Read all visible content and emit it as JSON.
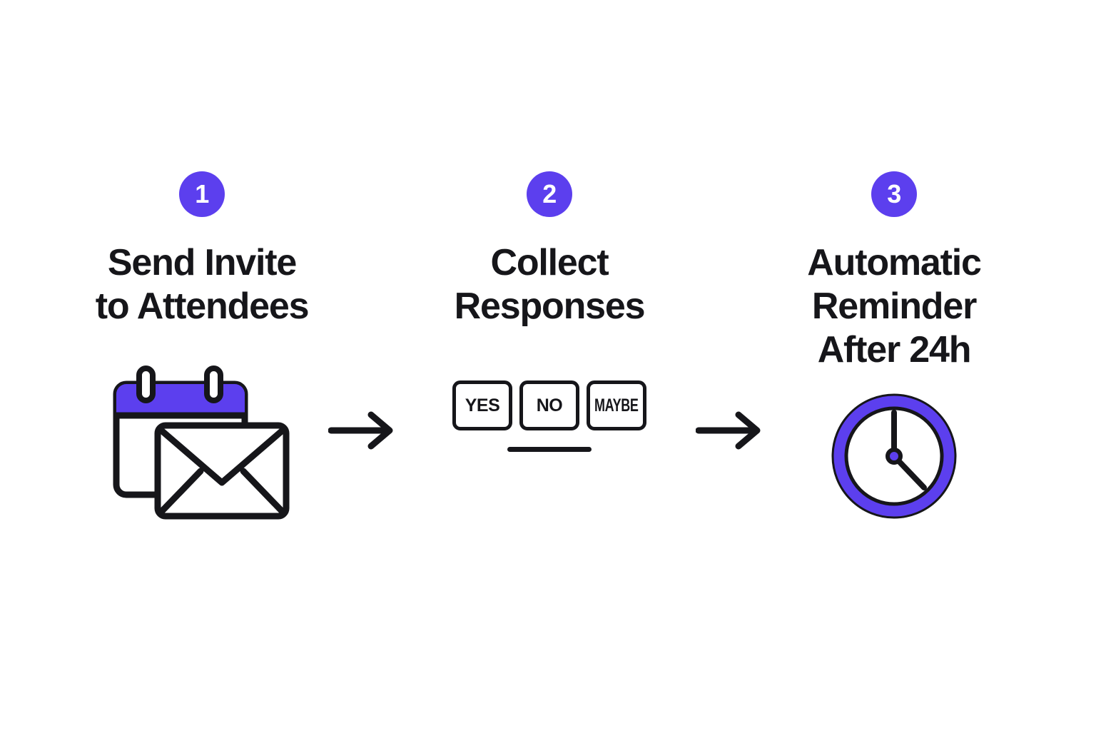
{
  "theme": {
    "accent": "#5c3fee",
    "ink": "#16161a",
    "background": "#ffffff"
  },
  "diagram": {
    "type": "process-flow",
    "orientation": "horizontal",
    "step_count": 3,
    "steps": [
      {
        "number": "1",
        "title": "Send Invite\nto Attendees",
        "title_lines": [
          "Send Invite",
          "to Attendees"
        ],
        "icon": "calendar-envelope-icon"
      },
      {
        "number": "2",
        "title": "Collect\nResponses",
        "title_lines": [
          "Collect",
          "Responses"
        ],
        "icon": "response-buttons-icon",
        "response_options": [
          "YES",
          "NO",
          "MAYBE"
        ]
      },
      {
        "number": "3",
        "title": "Automatic\nReminder\nAfter 24h",
        "title_lines": [
          "Automatic",
          "Reminder",
          "After 24h"
        ],
        "icon": "clock-icon"
      }
    ],
    "connectors": [
      {
        "name": "arrow-step-1-to-2",
        "direction": "right"
      },
      {
        "name": "arrow-step-2-to-3",
        "direction": "right"
      }
    ]
  }
}
